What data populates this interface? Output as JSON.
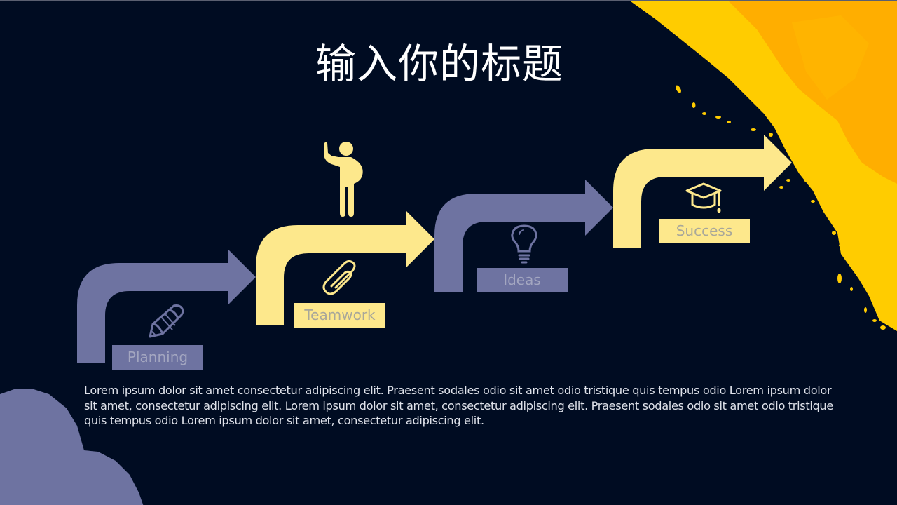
{
  "slide": {
    "title": "输入你的标题",
    "body_text": "Lorem ipsum dolor sit amet consectetur adipiscing elit. Praesent sodales odio sit amet odio tristique quis tempus odio Lorem ipsum dolor sit amet, consectetur adipiscing elit. Lorem ipsum dolor sit amet, consectetur adipiscing elit. Praesent sodales odio sit amet odio tristique quis tempus odio Lorem ipsum dolor sit amet, consectetur adipiscing elit.",
    "steps": [
      {
        "label": "Planning",
        "icon": "pencil-icon",
        "color": "#6e73a1"
      },
      {
        "label": "Teamwork",
        "icon": "paperclip-icon",
        "color": "#fde88c"
      },
      {
        "label": "Ideas",
        "icon": "lightbulb-icon",
        "color": "#6e73a1"
      },
      {
        "label": "Success",
        "icon": "graduation-cap-icon",
        "color": "#fde88c"
      }
    ],
    "figure_icon": "person-raising-hand-icon",
    "colors": {
      "background": "#000c22",
      "purple": "#6e73a1",
      "yellow": "#fde88c",
      "accent_yellow": "#ffcc00",
      "accent_orange": "#ffad00"
    }
  }
}
